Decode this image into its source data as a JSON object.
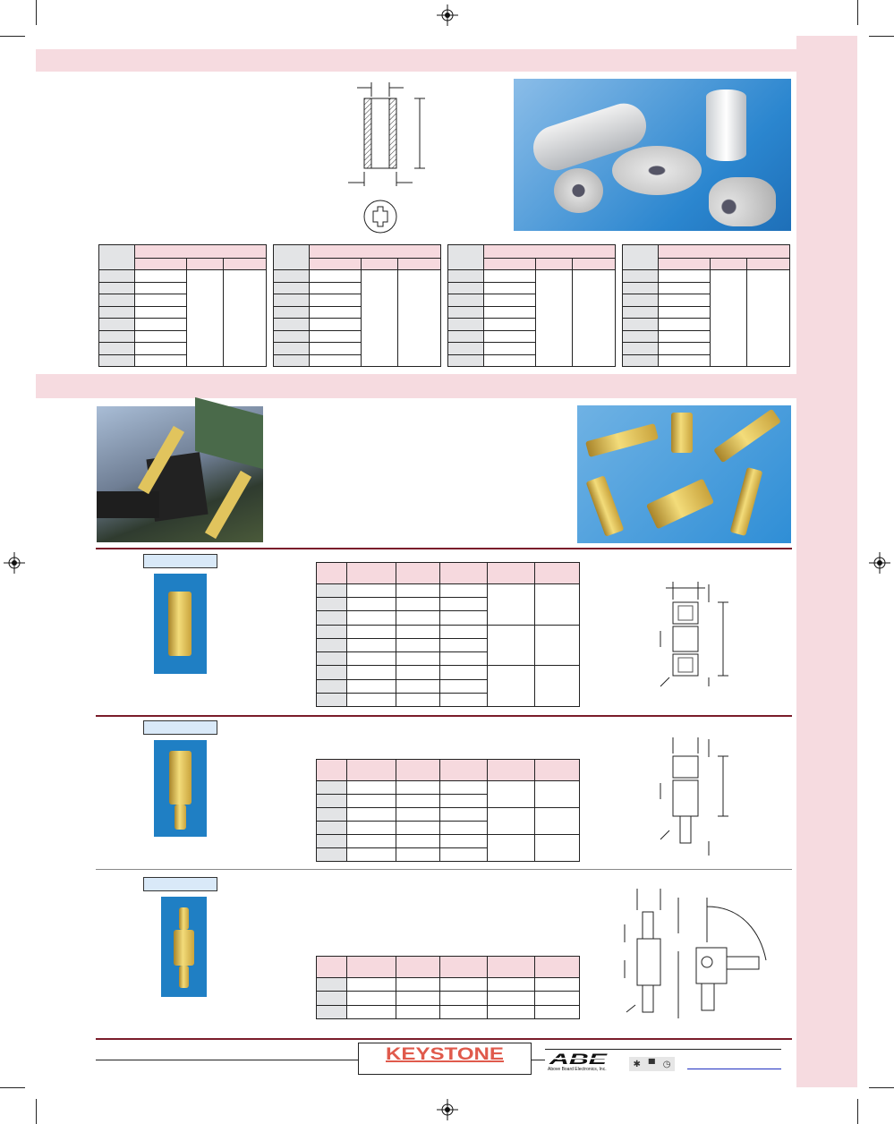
{
  "footer": {
    "keystone_logo": "KEYSTONE",
    "abe_logo": "ABE",
    "abe_tagline": "Above Board Electronics, Inc.",
    "icons": [
      "gear-icon",
      "cart-icon",
      "clock-icon"
    ]
  },
  "colors": {
    "band": "#f6dbe0",
    "divider": "#7a1c2a",
    "photo_blue": "#1f7fc4",
    "logo_red": "#e05a4c"
  }
}
